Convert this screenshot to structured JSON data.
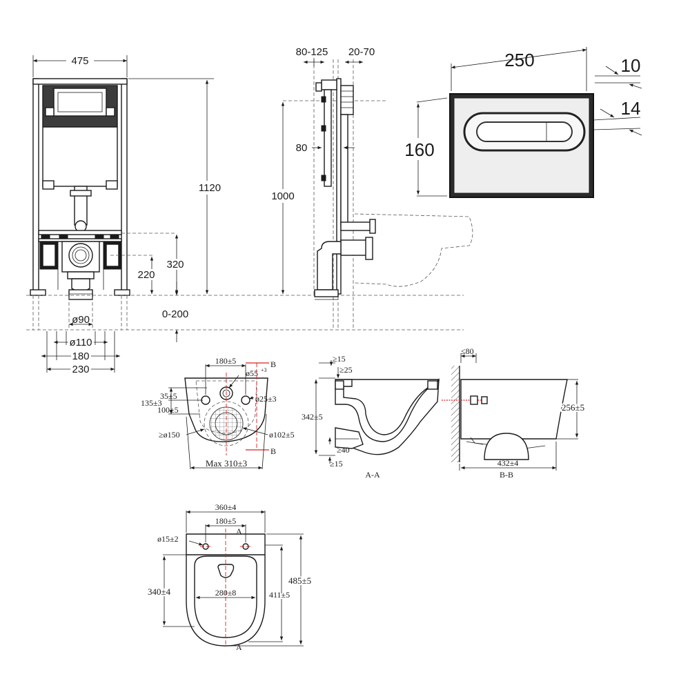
{
  "frame_front": {
    "width": "475",
    "height": "1120",
    "flush_to_drain": "320",
    "drain_height": "220",
    "floor_range": "0-200",
    "pipe_d90": "ø90",
    "pipe_d110": "ø110",
    "width_180": "180",
    "width_230": "230"
  },
  "frame_side": {
    "depth_range_1": "80-125",
    "depth_range_2": "20-70",
    "depth_80": "80",
    "height_1000": "1000"
  },
  "flush_plate": {
    "width": "250",
    "height": "160",
    "thickness_1": "10",
    "thickness_2": "14"
  },
  "wc_rear": {
    "bolt_spacing": "180±5",
    "inlet_d55": "ø55",
    "inlet_tol": "+3",
    "bolt_d25": "ø25±3",
    "dim_35": "35±5",
    "dim_135": "135±3",
    "dim_100": "100±5",
    "min_d150": "≥ø150",
    "outlet_d102": "ø102±5",
    "max_width": "Max 310±3",
    "section_b_top": "B",
    "section_b_bottom": "B"
  },
  "section_aa": {
    "min_15_top": "≥15",
    "min_25": "≥25",
    "height_342": "342±5",
    "min_40": "≥40",
    "min_15_bottom": "≥15",
    "caption": "A-A"
  },
  "section_bb": {
    "max_80": "≤80",
    "height_256": "256±5",
    "length_432": "432±4",
    "caption": "B-B"
  },
  "wc_top": {
    "width_360": "360±4",
    "bolt_spacing": "180±5",
    "hole_d15": "ø15±2",
    "section_a_top": "A",
    "section_a_bottom": "A",
    "dim_340": "340±4",
    "dim_280": "280±8",
    "dim_411": "411±5",
    "length_485": "485±5"
  }
}
